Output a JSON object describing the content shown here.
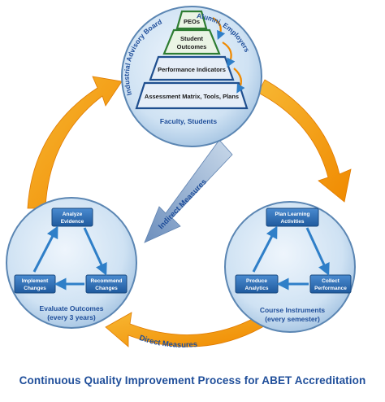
{
  "title": "Continuous Quality Improvement Process for ABET Accreditation",
  "pyramid": {
    "levels": [
      "PEOs",
      "Student",
      "Outcomes",
      "Performance Indicators",
      "Assessment Matrix, Tools, Plans"
    ],
    "base_label": "Faculty, Students",
    "left_curve_label": "Industrial Advisory Board",
    "right_curve_label": "Alumni, Employers"
  },
  "course_circle": {
    "boxes": [
      "Plan Learning",
      "Activities",
      "Collect",
      "Performance",
      "Produce",
      "Analytics"
    ],
    "caption": [
      "Course Instruments",
      "(every semester)"
    ]
  },
  "evaluate_circle": {
    "boxes": [
      "Analyze",
      "Evidence",
      "Recommend",
      "Changes",
      "Implement",
      "Changes"
    ],
    "caption": [
      "Evaluate Outcomes",
      "(every 3 years)"
    ]
  },
  "arrows": {
    "indirect": "Indirect Measures",
    "direct": "Direct Measures"
  },
  "colors": {
    "circle_fill": "#cfe2f3",
    "circle_edge": "#5b86b3",
    "box_fill": "#2f6cb3",
    "cycle_arrow": "#f5a623",
    "indirect_arrow": "#7f9fc5",
    "title": "#1f4e9a"
  }
}
